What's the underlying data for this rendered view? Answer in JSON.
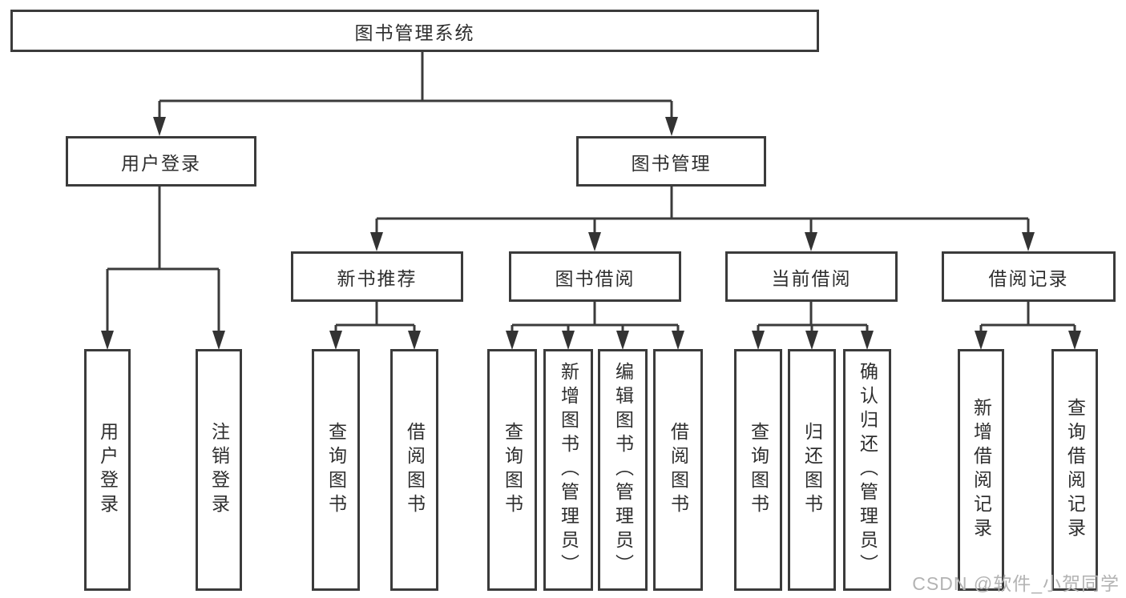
{
  "diagram": {
    "root": {
      "label": "图书管理系统"
    },
    "branches": [
      {
        "label": "用户登录",
        "leaves": [
          {
            "label": "用户登录"
          },
          {
            "label": "注销登录"
          }
        ]
      },
      {
        "label": "图书管理",
        "groups": [
          {
            "label": "新书推荐",
            "leaves": [
              {
                "label": "查询图书"
              },
              {
                "label": "借阅图书"
              }
            ]
          },
          {
            "label": "图书借阅",
            "leaves": [
              {
                "label": "查询图书"
              },
              {
                "label": "新增图书（管理员）"
              },
              {
                "label": "编辑图书（管理员）"
              },
              {
                "label": "借阅图书"
              }
            ]
          },
          {
            "label": "当前借阅",
            "leaves": [
              {
                "label": "查询图书"
              },
              {
                "label": "归还图书"
              },
              {
                "label": "确认归还（管理员）"
              }
            ]
          },
          {
            "label": "借阅记录",
            "leaves": [
              {
                "label": "新增借阅记录"
              },
              {
                "label": "查询借阅记录"
              }
            ]
          }
        ]
      }
    ]
  },
  "watermark": {
    "text": "CSDN @软件_小贺同学"
  },
  "colors": {
    "line": "#3b3b3b",
    "arrow": "#333333",
    "text": "#2e2e2e",
    "watermark": "#b3b3b3",
    "background": "#ffffff"
  }
}
